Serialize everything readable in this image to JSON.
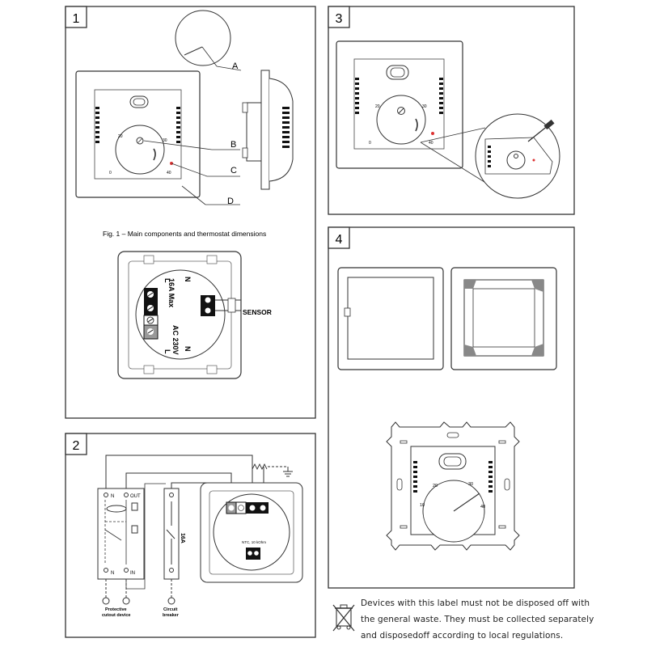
{
  "panels": {
    "p1": "1",
    "p2": "2",
    "p3": "3",
    "p4": "4"
  },
  "fig1": {
    "caption": "Fig. 1 – Main components and thermostat dimensions",
    "callouts": {
      "a": "A",
      "b": "B",
      "c": "C",
      "d": "D"
    },
    "dial": {
      "t20": "20",
      "t30": "30",
      "t0": "0",
      "t40": "40"
    }
  },
  "wiring": {
    "n": "N",
    "l": "L",
    "max": "16A Max",
    "ac": "AC 230V",
    "sensor": "SENSOR"
  },
  "circuit": {
    "n": "N",
    "out": "OUT",
    "in": "IN",
    "breaker_rating": "16A",
    "ntc": "NTC, 10 kOhm",
    "protective": "Protective",
    "cutout": "cutout device",
    "circuit": "Circuit",
    "breaker": "breaker"
  },
  "panel3": {
    "t20": "20",
    "t30": "30",
    "t0": "0",
    "t40": "40"
  },
  "panel4": {
    "t20": "20",
    "t30": "30",
    "t10": "10",
    "t40": "40"
  },
  "disposal_note": {
    "line1": "Devices with this label must not be disposed off with",
    "line2": "the general waste. They must be collected separately",
    "line3": "and disposedoff according to local regulations."
  }
}
